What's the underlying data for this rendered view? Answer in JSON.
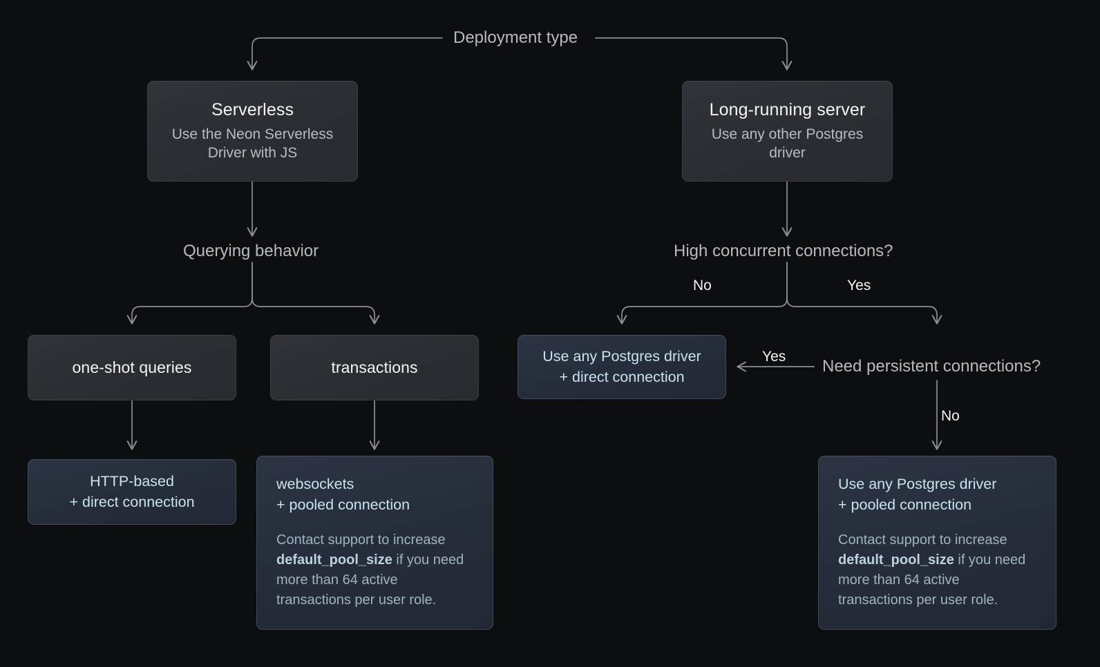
{
  "diagram": {
    "title": "Deployment type",
    "background_color": "#0d0e0f",
    "edge_color": "#8b9096",
    "nodes": {
      "serverless": {
        "title": "Serverless",
        "subtitle": "Use the Neon Serverless Driver with JS",
        "style": "grey"
      },
      "long_running": {
        "title": "Long-running server",
        "subtitle": "Use any other Postgres driver",
        "style": "grey"
      },
      "one_shot": {
        "title": "one-shot queries",
        "style": "grey"
      },
      "transactions": {
        "title": "transactions",
        "style": "grey"
      },
      "http_direct": {
        "line1": "HTTP-based",
        "line2": "+ direct connection",
        "style": "blue"
      },
      "websockets_pooled": {
        "line1": "websockets",
        "line2": "+ pooled connection",
        "body_pre": "Contact support to increase ",
        "body_code": "default_pool_size",
        "body_post": " if you need more than 64 active transactions per user role.",
        "style": "blue"
      },
      "any_driver_direct": {
        "line1": "Use any Postgres driver",
        "line2": "+ direct connection",
        "style": "blue"
      },
      "any_driver_pooled": {
        "line1": "Use any Postgres driver",
        "line2": "+ pooled connection",
        "body_pre": "Contact support to increase ",
        "body_code": "default_pool_size",
        "body_post": " if you need more than 64 active transactions per user role.",
        "style": "blue"
      }
    },
    "decisions": {
      "querying_behavior": "Querying behavior",
      "high_concurrent": "High concurrent connections?",
      "need_persistent": "Need persistent connections?"
    },
    "edge_labels": {
      "concurrent_no": "No",
      "concurrent_yes": "Yes",
      "persistent_yes": "Yes",
      "persistent_no": "No"
    }
  }
}
